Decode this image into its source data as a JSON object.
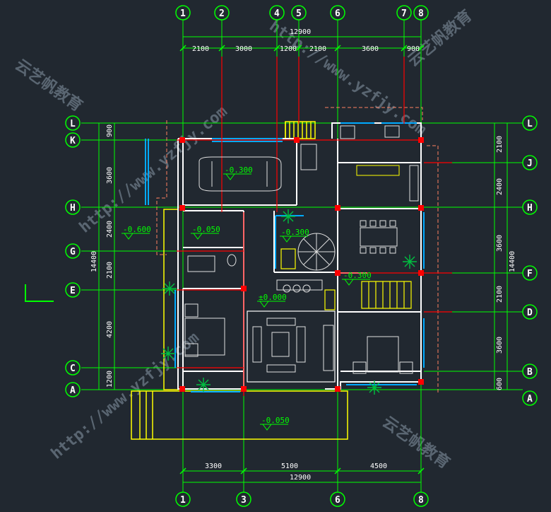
{
  "drawing": {
    "top_total": "12900",
    "top_dims": [
      "2100",
      "3000",
      "1200",
      "2100",
      "3600",
      "900"
    ],
    "bottom_total": "12900",
    "bottom_dims": [
      "3300",
      "5100",
      "4500"
    ],
    "left_total": "14400",
    "left_dims": [
      "900",
      "3600",
      "2400",
      "2100",
      "4200",
      "1200"
    ],
    "right_total": "14400",
    "right_dims": [
      "2100",
      "2400",
      "3600",
      "2100",
      "3600",
      "600"
    ],
    "top_axes": [
      "1",
      "2",
      "4",
      "5",
      "6",
      "7",
      "8"
    ],
    "bottom_axes": [
      "1",
      "3",
      "6",
      "8"
    ],
    "left_axes": [
      "L",
      "K",
      "H",
      "G",
      "E",
      "C",
      "A"
    ],
    "right_axes": [
      "L",
      "J",
      "H",
      "F",
      "D",
      "B",
      "A"
    ],
    "levels": [
      "-0.300",
      "-0.600",
      "-0.050",
      "-0.300",
      "-0.300",
      "±0.000",
      "-0.050"
    ],
    "watermarks": [
      "http://www.yzfjy.com",
      "云艺帆教育",
      "http://www.yzfjy.com",
      "云艺帆教育",
      "http://www.yzfjy.com",
      "云艺帆教育"
    ]
  },
  "colors": {
    "background": "#212830",
    "grid": "#00ff00",
    "wall": "#ffffff",
    "window": "#00aaff",
    "column": "#ff0000",
    "stair": "#ffff00",
    "dashed": "#ff8060"
  }
}
